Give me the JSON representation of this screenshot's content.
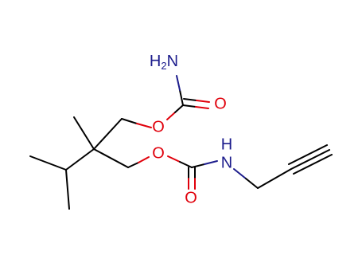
{
  "colors": {
    "carbon_bond": "#000000",
    "oxygen": "#e0000b",
    "nitrogen": "#1c1c8c",
    "background": "#ffffff"
  },
  "atoms": {
    "nh2_top": {
      "main": "H",
      "sub": "2",
      "tail": "N"
    },
    "o_carbonyl_top": "O",
    "o_ester_top": "O",
    "o_ester_bottom": "O",
    "nh_bottom": "H",
    "n_bottom": "N",
    "o_carbonyl_bottom": "O"
  }
}
